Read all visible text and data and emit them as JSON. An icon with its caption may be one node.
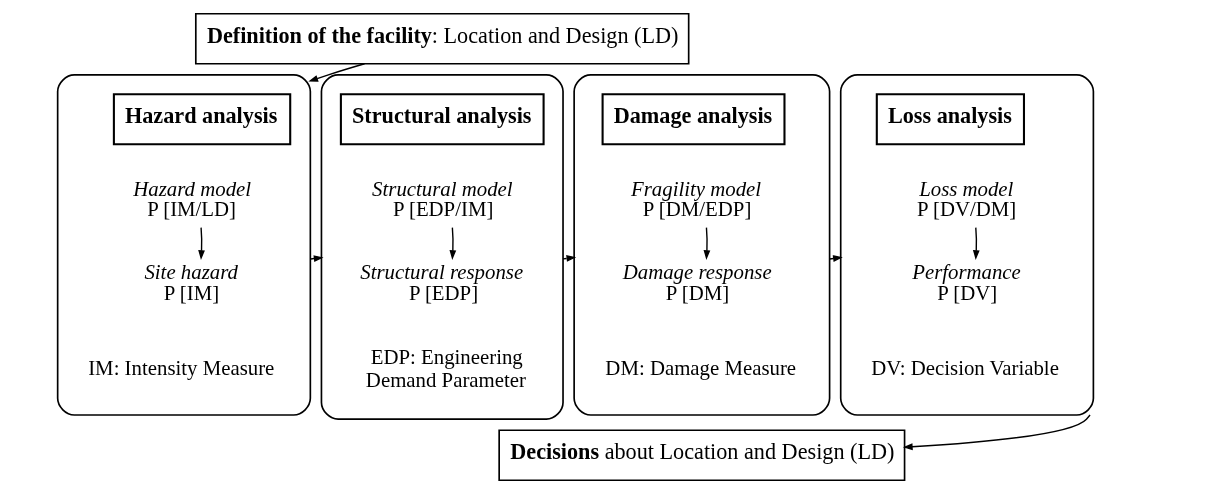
{
  "diagram": {
    "nodes": [
      {
        "text": [
          "**Definition of the facility**: Location and Design (LD)"
        ]
      },
      {
        "text": [],
        "shape": "box"
      },
      {
        "text": [
          "Hazard analysis"
        ],
        "in": 1
      },
      {
        "text": [
          "Hazard model",
          "P [IM/LD]"
        ],
        "in": 1
      },
      {
        "text": [
          "Site hazard",
          "P [IM]"
        ],
        "in": 1
      },
      {
        "text": [],
        "shape": "box"
      },
      {
        "text": [
          "Structural analysis"
        ],
        "in": 5
      },
      {
        "text": [
          "Structural model",
          "P [EDP/IM]"
        ],
        "in": 5
      },
      {
        "text": [
          "Structural response",
          "P [EDP]"
        ],
        "in": 5
      },
      {
        "text": [],
        "shape": "box"
      },
      {
        "text": [
          "Damage analysis"
        ],
        "in": 9
      },
      {
        "text": [
          "Fragility model",
          "P [DM/EDP]"
        ],
        "in": 9
      },
      {
        "text": [
          "Damage response",
          "P [DM]"
        ],
        "in": 9
      },
      {
        "text": [],
        "shape": "box"
      },
      {
        "text": [
          "Loss analysis"
        ],
        "in": 13
      },
      {
        "text": [
          "Loss model",
          "P [DV/DM]"
        ],
        "in": 13
      },
      {
        "text": [
          "Performance",
          "P [DV]"
        ],
        "in": 13
      },
      {
        "text": [
          "**Decisions** about Location and Design (LD)"
        ]
      }
    ],
    "edges": [
      {
        "from": 0,
        "to": 1,
        "arrow": "to"
      },
      {
        "from": 3,
        "to": 4,
        "arrow": "to"
      },
      {
        "from": 1,
        "to": 5,
        "arrow": "to"
      },
      {
        "from": 7,
        "to": 8,
        "arrow": "to"
      },
      {
        "from": 5,
        "to": 9,
        "arrow": "to"
      },
      {
        "from": 11,
        "to": 12,
        "arrow": "to"
      },
      {
        "from": 9,
        "to": 13,
        "arrow": "to"
      },
      {
        "from": 15,
        "to": 16,
        "arrow": "to"
      },
      {
        "from": 13,
        "to": 17,
        "arrow": "to"
      }
    ],
    "labels": [
      "IM: Intensity Measure",
      "EDP: Engineering Demand Parameter",
      "DM: Damage Measure",
      "DV: Decision Variable"
    ]
  }
}
